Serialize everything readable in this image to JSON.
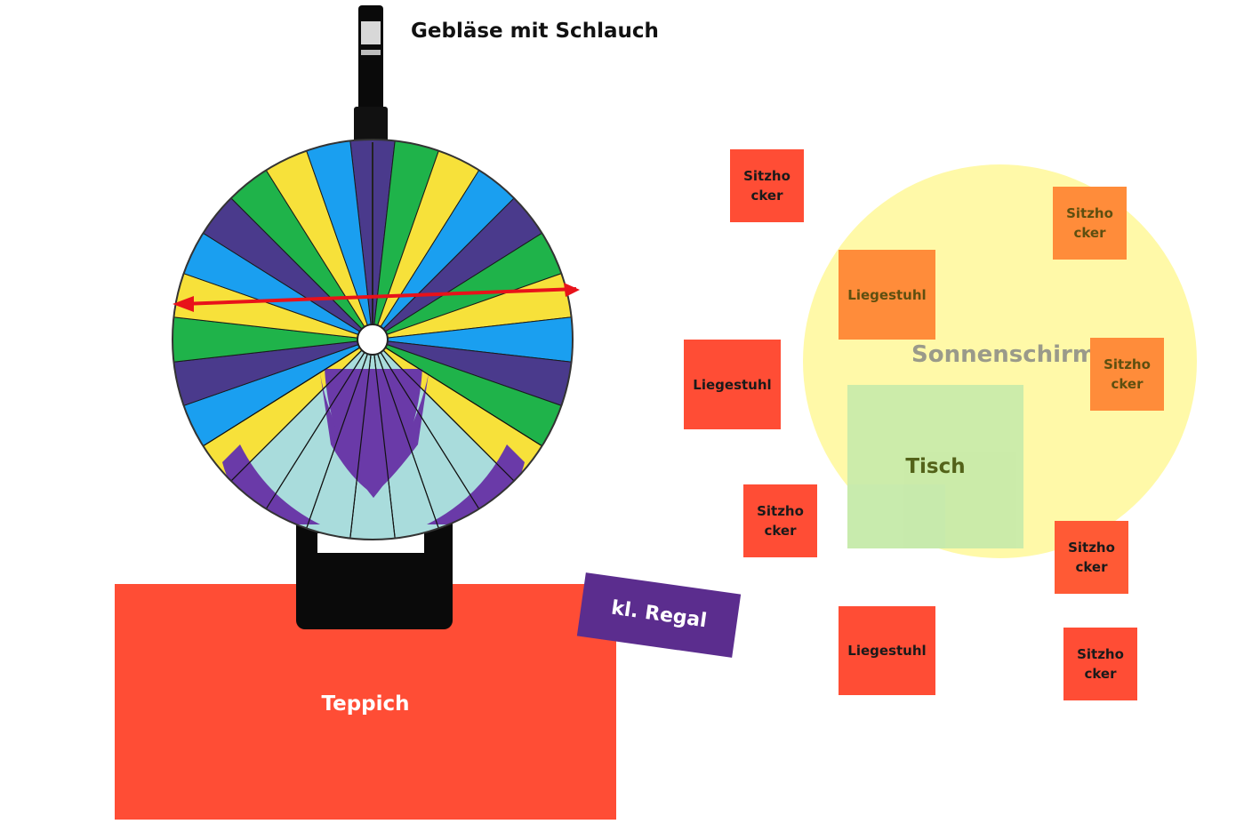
{
  "title": "Gebläse mit Schlauch",
  "labels": {
    "teppich": "Teppich",
    "regal": "kl. Regal",
    "sonnenschirm": "Sonnenschirm",
    "tisch": "Tisch",
    "liegestuhl": "Liegestuhl",
    "sitzhocker": "Sitzho\ncker"
  },
  "colors": {
    "red": "#ff4d35",
    "orange": "#ff8c3a",
    "purple": "#5b2d8e",
    "umbrella": "#fff9a8",
    "table_green": "#c9ebaa",
    "table_cyan": "#a9e6e1",
    "wheel_yellow": "#f7e13a",
    "wheel_green": "#1fb34a",
    "wheel_blue": "#1a9ff0",
    "wheel_purple": "#4a3a8c",
    "wheel_light": "#a9dcdc",
    "wheel_violet": "#6a3aa8"
  },
  "icons": {
    "wheel": "prize-wheel-icon",
    "pointer": "red-arrow-icon"
  }
}
